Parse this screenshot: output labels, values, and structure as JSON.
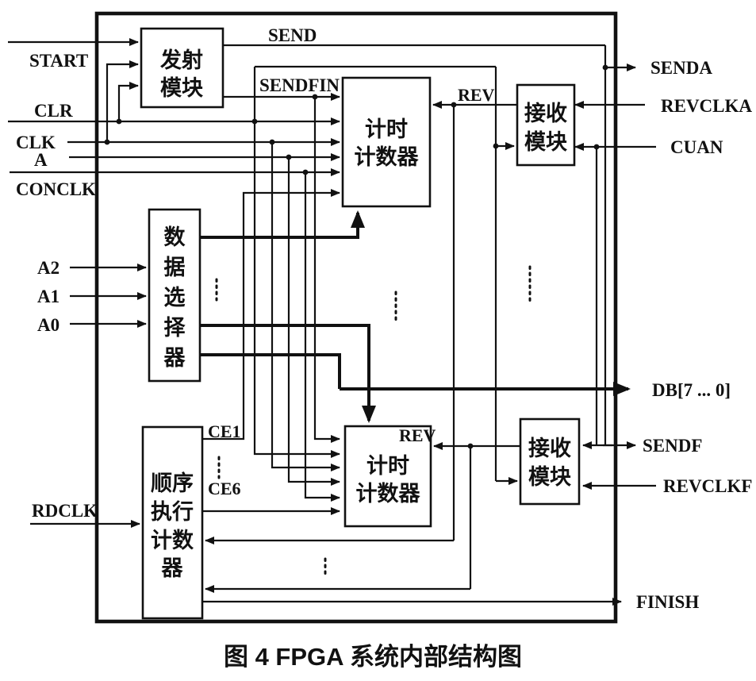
{
  "diagram": {
    "caption": "图 4   FPGA 系统内部结构图",
    "colors": {
      "ink": "#111111",
      "paper": "#ffffff"
    },
    "inputs": {
      "start": "START",
      "clr": "CLR",
      "clk": "CLK",
      "a": "A",
      "conclk": "CONCLK",
      "a2": "A2",
      "a1": "A1",
      "a0": "A0",
      "rdclk": "RDCLK"
    },
    "outputs": {
      "senda": "SENDA",
      "revclka": "REVCLKA",
      "cuan": "CUAN",
      "db": "DB[7 ... 0]",
      "sendf": "SENDF",
      "revclkf": "REVCLKF",
      "finish": "FINISH"
    },
    "signals": {
      "send": "SEND",
      "sendfin": "SENDFIN",
      "rev_top": "REV",
      "rev_bottom": "REV",
      "ce1": "CE1",
      "ce6": "CE6"
    },
    "blocks": {
      "transmit": {
        "name": "发射模块",
        "lines": [
          "发射",
          "模块"
        ]
      },
      "timer1": {
        "name": "计时计数器",
        "lines": [
          "计时",
          "计数器"
        ]
      },
      "receiver1": {
        "name": "接收模块",
        "lines": [
          "接收",
          "模块"
        ]
      },
      "selector": {
        "name": "数据选择器",
        "lines": [
          "数",
          "据",
          "选",
          "择",
          "器"
        ]
      },
      "sequencer": {
        "name": "顺序执行计数器",
        "lines": [
          "顺序",
          "执行",
          "计数",
          "器"
        ]
      },
      "timer2": {
        "name": "计时计数器",
        "lines": [
          "计时",
          "计数器"
        ]
      },
      "receiver2": {
        "name": "接收模块",
        "lines": [
          "接收",
          "模块"
        ]
      }
    }
  }
}
